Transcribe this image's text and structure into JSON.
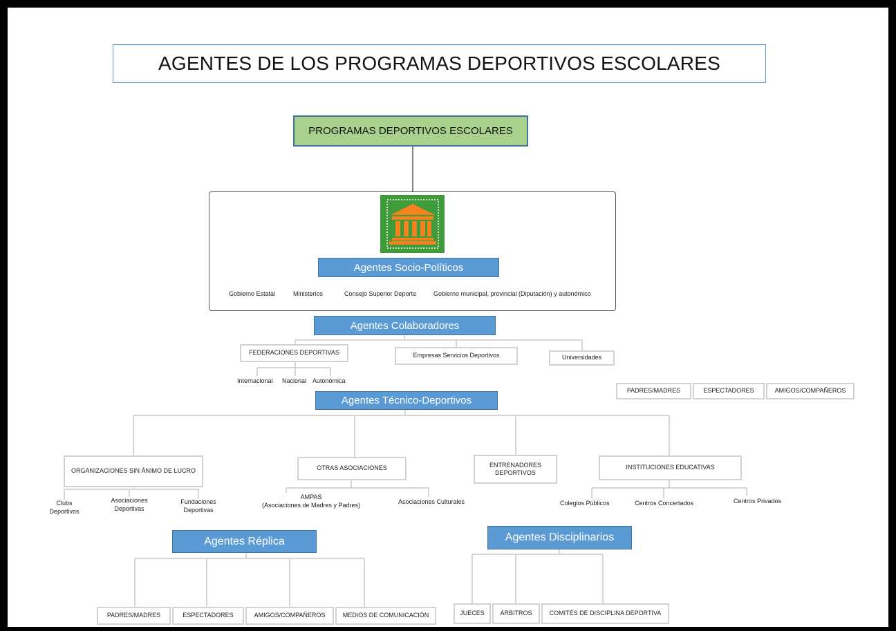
{
  "title": "AGENTES DE LOS PROGRAMAS DEPORTIVOS ESCOLARES",
  "root": "PROGRAMAS DEPORTIVOS ESCOLARES",
  "socio": {
    "label": "Agentes Socio-Políticos",
    "icon": "government-building-icon",
    "items": [
      "Gobierno Estatal",
      "Ministerios",
      "Consejo Superior Deporte",
      "Gobierno municipal, provincial (Diputación) y autonómico"
    ]
  },
  "colab": {
    "label": "Agentes Colaboradores",
    "federaciones": "FEDERACIONES DEPORTIVAS",
    "fed_items": [
      "Internacional",
      "Nacional",
      "Autonómica"
    ],
    "empresas": "Empresas Servicios Deportivos",
    "universidades": "Universidades"
  },
  "floating": [
    "PADRES/MADRES",
    "ESPECTADORES",
    "AMIGOS/COMPAÑEROS"
  ],
  "tecnico": {
    "label": "Agentes Técnico-Deportivos",
    "org": "ORGANIZACIONES SIN ÁNIMO DE LUCRO",
    "org_items": [
      "Clubs\nDeportivos",
      "Asociaciones\nDeportivas",
      "Fundaciones\nDeportivas"
    ],
    "otras": "OTRAS ASOCIACIONES",
    "otras_items": [
      "AMPAS\n(Asociaciones de Madres y Padres)",
      "Asociaciones Culturales"
    ],
    "entrenadores": "ENTRENADORES\nDEPORTIVOS",
    "instituciones": "INSTITUCIONES EDUCATIVAS",
    "inst_items": [
      "Colegios Públicos",
      "Centros Concertados",
      "Centros Privados"
    ]
  },
  "replica": {
    "label": "Agentes Réplica",
    "items": [
      "PADRES/MADRES",
      "ESPECTADORES",
      "AMIGOS/COMPAÑEROS",
      "MEDIOS DE COMUNICACIÓN"
    ]
  },
  "disciplinarios": {
    "label": "Agentes Disciplinarios",
    "items": [
      "JUECES",
      "ÁRBITROS",
      "COMITÉS DE DISCIPLINA DEPORTIVA"
    ]
  },
  "colors": {
    "blue": "#5b9bd5",
    "green_box": "#a9d18e",
    "icon_green": "#3f9a3a",
    "icon_orange": "#f4831f"
  }
}
